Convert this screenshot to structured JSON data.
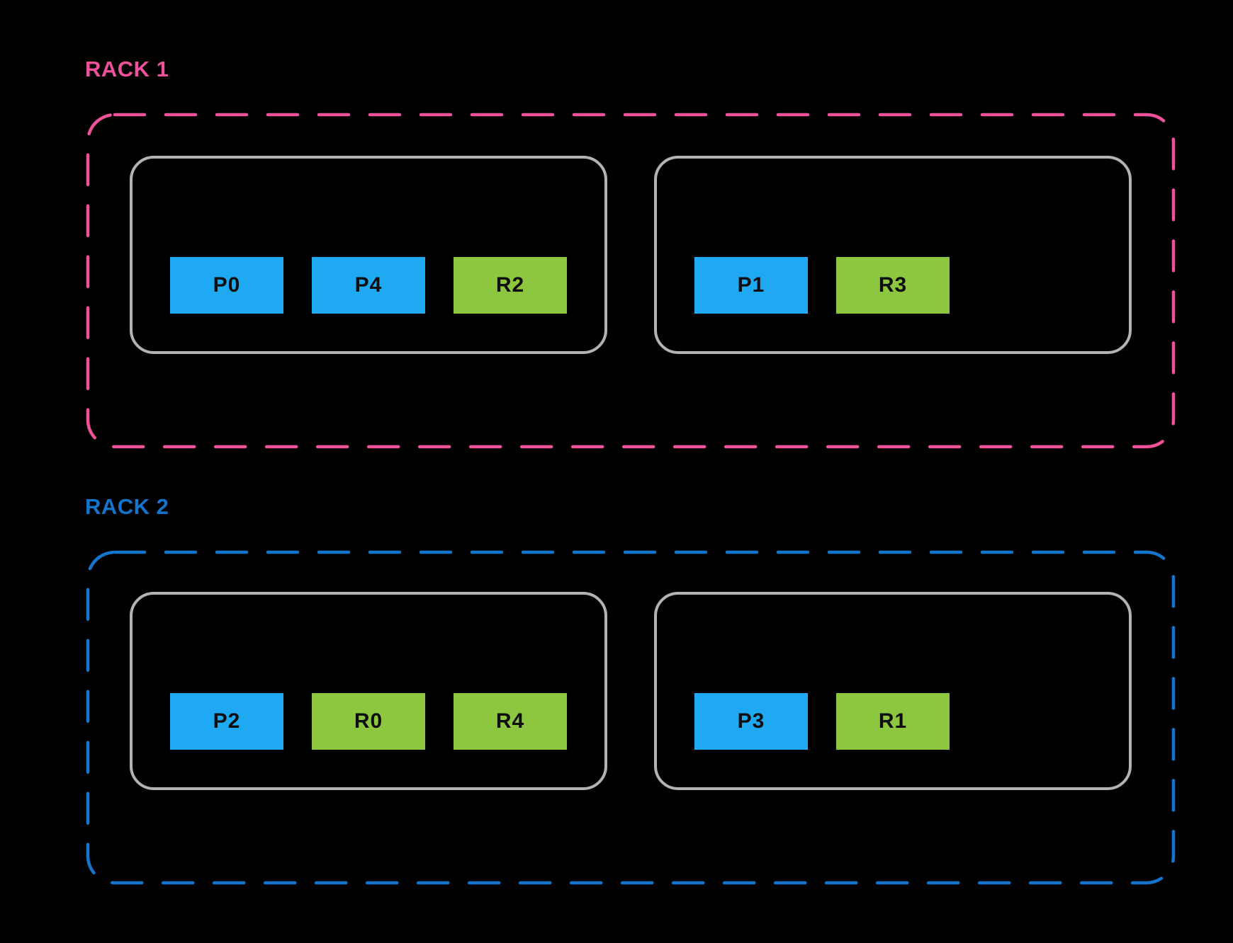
{
  "colors": {
    "background": "#000000",
    "rack1_accent": "#F0519B",
    "rack2_accent": "#1375CE",
    "node_border": "#B3B3B3",
    "primary_shard_fill": "#1FA9F2",
    "replica_shard_fill": "#8DC63F",
    "shard_text": "#0D0D0D"
  },
  "racks": [
    {
      "label": "RACK 1",
      "accent_color": "#F0519B",
      "nodes": [
        {
          "shards": [
            {
              "label": "P0",
              "kind": "primary"
            },
            {
              "label": "P4",
              "kind": "primary"
            },
            {
              "label": "R2",
              "kind": "replica"
            }
          ]
        },
        {
          "shards": [
            {
              "label": "P1",
              "kind": "primary"
            },
            {
              "label": "R3",
              "kind": "replica"
            }
          ]
        }
      ]
    },
    {
      "label": "RACK 2",
      "accent_color": "#1375CE",
      "nodes": [
        {
          "shards": [
            {
              "label": "P2",
              "kind": "primary"
            },
            {
              "label": "R0",
              "kind": "replica"
            },
            {
              "label": "R4",
              "kind": "replica"
            }
          ]
        },
        {
          "shards": [
            {
              "label": "P3",
              "kind": "primary"
            },
            {
              "label": "R1",
              "kind": "replica"
            }
          ]
        }
      ]
    }
  ]
}
